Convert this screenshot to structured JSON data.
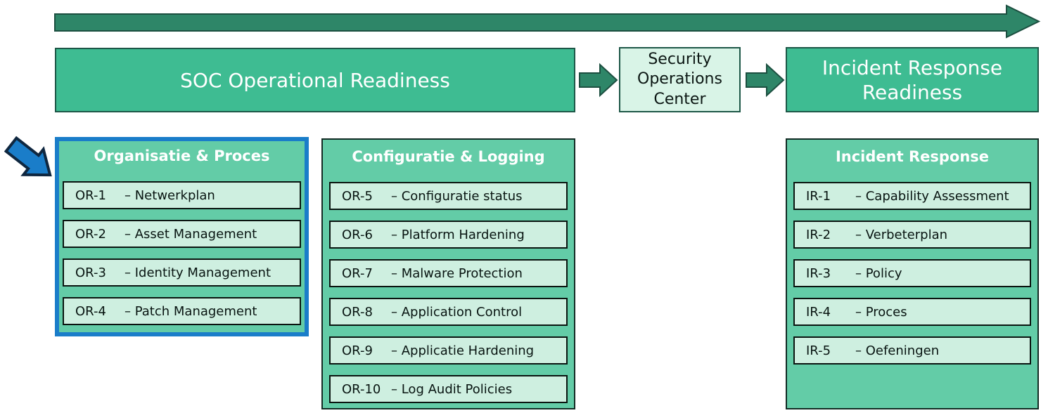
{
  "header": {
    "soc_operational": "SOC Operational Readiness",
    "soc_center": "Security Operations Center",
    "incident_readiness": "Incident Response Readiness"
  },
  "columns": [
    {
      "title": "Organisatie & Proces",
      "highlighted": true,
      "items": [
        {
          "code": "OR-1",
          "label": "– Netwerkplan"
        },
        {
          "code": "OR-2",
          "label": "– Asset Management"
        },
        {
          "code": "OR-3",
          "label": "– Identity Management"
        },
        {
          "code": "OR-4",
          "label": "– Patch Management"
        }
      ]
    },
    {
      "title": "Configuratie & Logging",
      "highlighted": false,
      "items": [
        {
          "code": "OR-5",
          "label": "– Configuratie status"
        },
        {
          "code": "OR-6",
          "label": "– Platform Hardening"
        },
        {
          "code": "OR-7",
          "label": "– Malware Protection"
        },
        {
          "code": "OR-8",
          "label": "– Application Control"
        },
        {
          "code": "OR-9",
          "label": "– Applicatie Hardening"
        },
        {
          "code": "OR-10",
          "label": "– Log Audit Policies"
        }
      ]
    },
    {
      "title": "Incident Response",
      "highlighted": false,
      "items": [
        {
          "code": "IR-1",
          "label": "– Capability Assessment"
        },
        {
          "code": "IR-2",
          "label": "– Verbeterplan"
        },
        {
          "code": "IR-3",
          "label": "– Policy"
        },
        {
          "code": "IR-4",
          "label": "– Proces"
        },
        {
          "code": "IR-5",
          "label": "– Oefeningen"
        }
      ]
    }
  ],
  "icons": {
    "timeline_arrow": "right-arrow",
    "flow_arrow_left": "right-arrow",
    "flow_arrow_right": "right-arrow",
    "highlight_pointer": "down-right-arrow"
  },
  "colors": {
    "header_fill": "#3EBC92",
    "header_border": "#1D5747",
    "column_fill": "#63CCA7",
    "column_border": "#132B24",
    "item_fill": "#CEEFE0",
    "item_border": "#0A1410",
    "soc_center_fill": "#D9F4E7",
    "arrow_green": "#2E8668",
    "arrow_border": "#1C4F40",
    "highlight_blue": "#1A7DC9",
    "blue_arrow_border": "#0F2740"
  }
}
